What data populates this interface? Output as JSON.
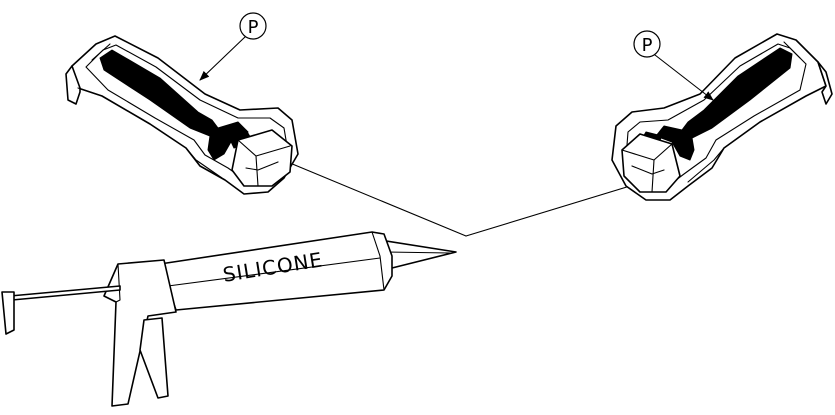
{
  "callouts": [
    {
      "id": "left-part",
      "label": "P"
    },
    {
      "id": "right-part",
      "label": "P"
    }
  ],
  "gun_label": "SILICONE"
}
